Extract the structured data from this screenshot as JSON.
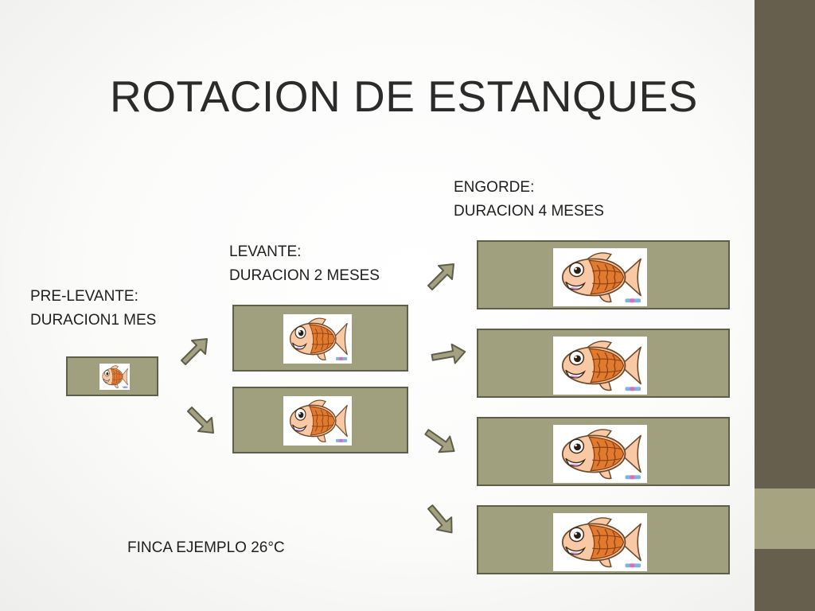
{
  "title": "ROTACION DE ESTANQUES",
  "stages": {
    "pre_levante": {
      "line1": "PRE-LEVANTE:",
      "line2": "DURACION1 MES"
    },
    "levante": {
      "line1": "LEVANTE:",
      "line2": "DURACION 2 MESES"
    },
    "engorde": {
      "line1": "ENGORDE:",
      "line2": "DURACION 4 MESES"
    }
  },
  "footer": "FINCA EJEMPLO 26°C",
  "icons": {
    "fish": "fish-icon",
    "arrow": "arrow-icon"
  },
  "colors": {
    "pond_fill": "#a09f7e",
    "pond_border": "#5f5e4a",
    "arrow_fill": "#a3a17f",
    "sidebar_dark": "#665f4d",
    "sidebar_light": "#a6a380",
    "fish_body": "#f8c9a4",
    "fish_scales": "#e07a2e"
  }
}
